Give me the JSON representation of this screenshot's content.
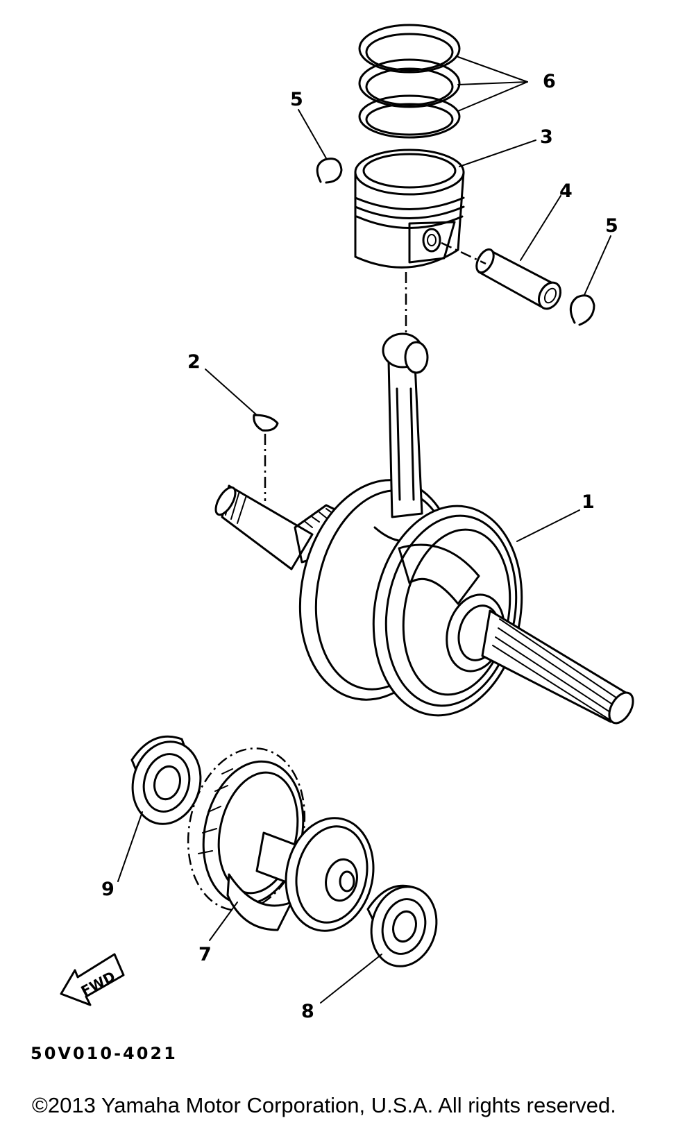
{
  "callouts": [
    {
      "id": "crankshaft",
      "label": "1"
    },
    {
      "id": "woodruff-key",
      "label": "2"
    },
    {
      "id": "piston",
      "label": "3"
    },
    {
      "id": "piston-pin",
      "label": "4"
    },
    {
      "id": "circlip-left",
      "label": "5"
    },
    {
      "id": "circlip-right",
      "label": "5"
    },
    {
      "id": "piston-rings",
      "label": "6"
    },
    {
      "id": "balancer",
      "label": "7"
    },
    {
      "id": "bearing-right",
      "label": "8"
    },
    {
      "id": "bearing-left",
      "label": "9"
    }
  ],
  "fwd_label": "FWD",
  "diagram_code": "50V010-4021",
  "copyright": "©2013 Yamaha Motor Corporation, U.S.A. All rights reserved."
}
